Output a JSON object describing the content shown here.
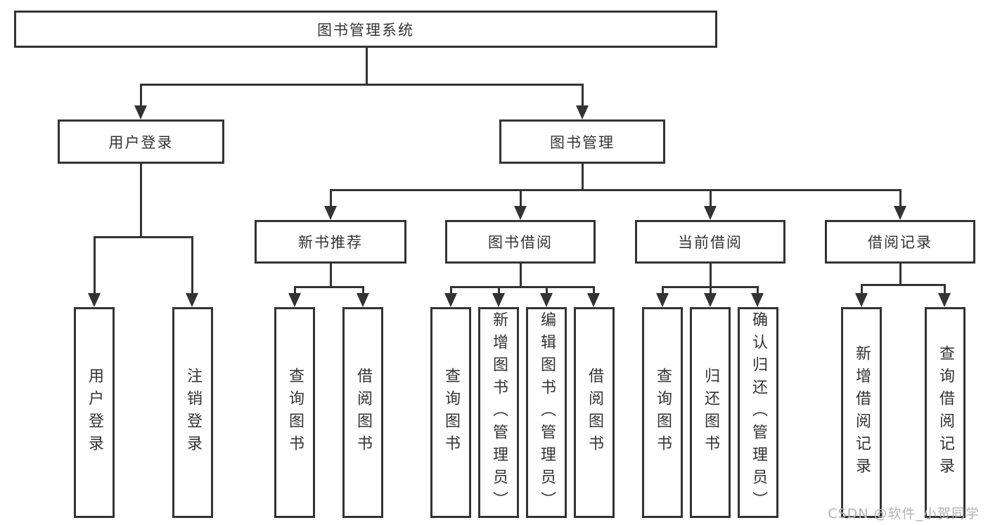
{
  "tree": {
    "root": {
      "label": "图书管理系统"
    },
    "user_login": {
      "label": "用户登录",
      "leaves": [
        "用户登录",
        "注销登录"
      ]
    },
    "book_mgmt": {
      "label": "图书管理",
      "modules": [
        {
          "label": "新书推荐",
          "leaves": [
            "查询图书",
            "借阅图书"
          ]
        },
        {
          "label": "图书借阅",
          "leaves": [
            "查询图书",
            "新增图书（管理员）",
            "编辑图书（管理员）",
            "借阅图书"
          ]
        },
        {
          "label": "当前借阅",
          "leaves": [
            "查询图书",
            "归还图书",
            "确认归还（管理员）"
          ]
        },
        {
          "label": "借阅记录",
          "leaves": [
            "新增借阅记录",
            "查询借阅记录"
          ]
        }
      ]
    }
  },
  "watermark": "CSDN @软件_小贺同学",
  "colors": {
    "line": "#333333",
    "text": "#333333",
    "watermark": "#b3b3b3",
    "background": "#ffffff"
  }
}
